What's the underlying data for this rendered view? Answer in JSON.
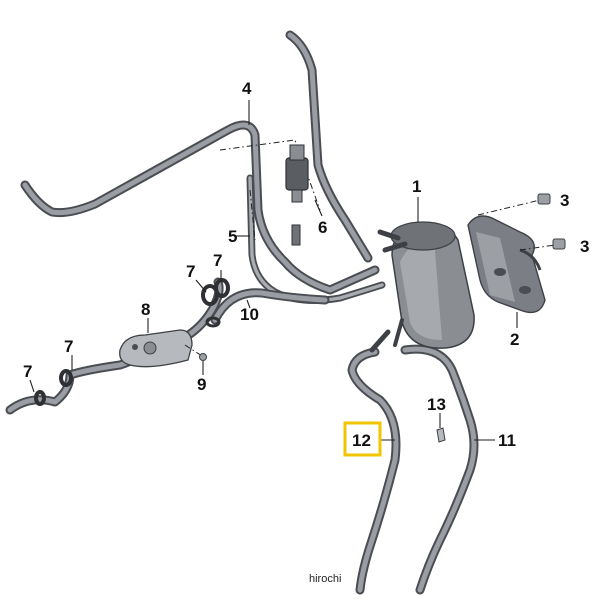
{
  "diagram": {
    "callouts": [
      {
        "id": "1",
        "label": "1"
      },
      {
        "id": "2",
        "label": "2"
      },
      {
        "id": "3a",
        "label": "3"
      },
      {
        "id": "3b",
        "label": "3"
      },
      {
        "id": "4",
        "label": "4"
      },
      {
        "id": "5",
        "label": "5"
      },
      {
        "id": "6",
        "label": "6"
      },
      {
        "id": "7a",
        "label": "7"
      },
      {
        "id": "7b",
        "label": "7"
      },
      {
        "id": "7c",
        "label": "7"
      },
      {
        "id": "7d",
        "label": "7"
      },
      {
        "id": "8",
        "label": "8"
      },
      {
        "id": "9",
        "label": "9"
      },
      {
        "id": "10",
        "label": "10"
      },
      {
        "id": "11",
        "label": "11"
      },
      {
        "id": "12",
        "label": "12"
      },
      {
        "id": "13",
        "label": "13"
      }
    ],
    "highlighted_part": "12",
    "highlight_color": "#f2c500",
    "hose_color": "#4a4d52",
    "watermark": "hirochi"
  }
}
